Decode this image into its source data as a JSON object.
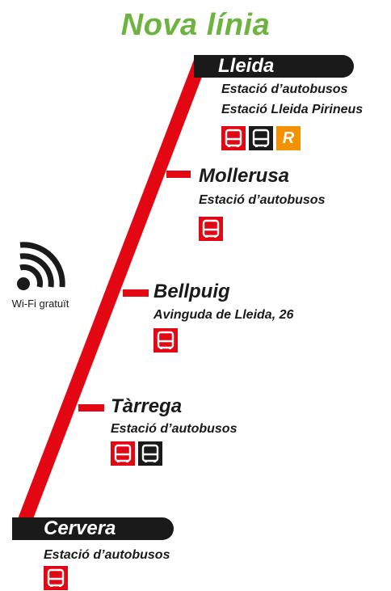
{
  "title": "Nova línia",
  "colors": {
    "title": "#6cb33f",
    "line": "#e30613",
    "bar": "#1a1a1a",
    "bus_red": "#e30613",
    "bus_black": "#1a1a1a",
    "rail": "#f39200"
  },
  "wifi": {
    "icon": "wifi-icon",
    "label": "Wi-Fi gratuït"
  },
  "stops": [
    {
      "name": "Lleida",
      "addresses": [
        "Estació d’autobusos",
        "Estació Lleida Pirineus"
      ],
      "icons": [
        "bus-red",
        "bus-black",
        "rail-R"
      ]
    },
    {
      "name": "Mollerusa",
      "addresses": [
        "Estació d’autobusos"
      ],
      "icons": [
        "bus-red"
      ]
    },
    {
      "name": "Bellpuig",
      "addresses": [
        "Avinguda de Lleida, 26"
      ],
      "icons": [
        "bus-red"
      ]
    },
    {
      "name": "Tàrrega",
      "addresses": [
        "Estació d’autobusos"
      ],
      "icons": [
        "bus-red",
        "bus-black"
      ]
    },
    {
      "name": "Cervera",
      "addresses": [
        "Estació d’autobusos"
      ],
      "icons": [
        "bus-red"
      ]
    }
  ],
  "rail_letter": "R"
}
